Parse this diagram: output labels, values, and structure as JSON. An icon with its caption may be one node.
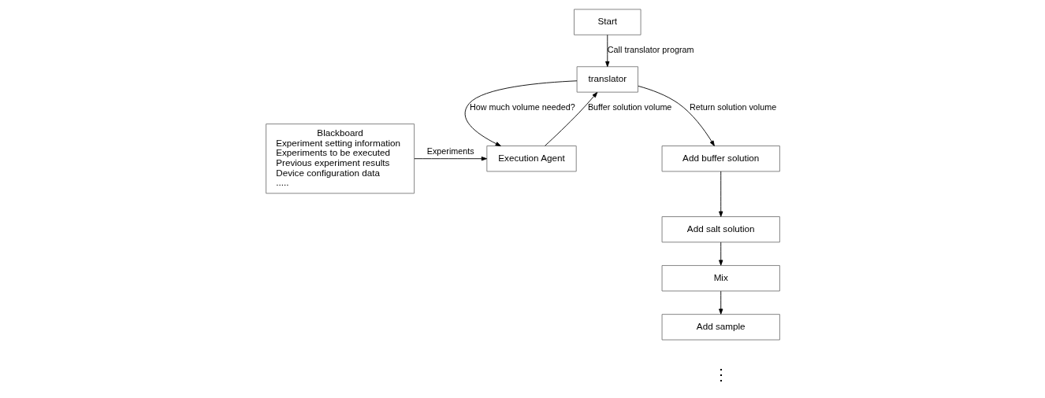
{
  "diagram": {
    "nodes": [
      {
        "text": [
          "Start"
        ]
      },
      {
        "text": [
          "translator"
        ]
      },
      {
        "text": [
          "Execution Agent"
        ]
      },
      {
        "text": [
          "Blackboard",
          "Experiment setting information",
          "Experiments to be executed",
          "Previous experiment results",
          "Device configuration data",
          "....."
        ]
      },
      {
        "text": [
          "Add buffer solution"
        ]
      },
      {
        "text": [
          "Add salt solution"
        ]
      },
      {
        "text": [
          "Mix"
        ]
      },
      {
        "text": [
          "Add sample"
        ]
      }
    ],
    "edges": [
      {
        "from": 0,
        "to": 1,
        "arrow": "to",
        "label": "Call translator program"
      },
      {
        "from": 1,
        "to": 4,
        "arrow": "to",
        "label": "Return solution volume"
      },
      {
        "from": 4,
        "to": 5,
        "arrow": "to"
      },
      {
        "from": 5,
        "to": 6,
        "arrow": "to"
      },
      {
        "from": 6,
        "to": 7,
        "arrow": "to"
      },
      {
        "from": 1,
        "to": 2,
        "arrow": "to",
        "label": "How much volume needed?"
      },
      {
        "from": 2,
        "to": 1,
        "arrow": "to",
        "label": "Buffer solution volume"
      },
      {
        "from": 3,
        "to": 2,
        "arrow": "to",
        "label": "Experiments"
      }
    ],
    "labels": [
      "⋮"
    ]
  }
}
